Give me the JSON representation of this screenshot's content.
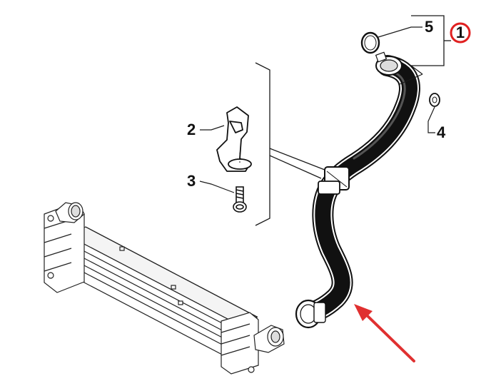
{
  "diagram": {
    "callouts": [
      {
        "id": "callout-1",
        "label": "1"
      },
      {
        "id": "callout-2",
        "label": "2"
      },
      {
        "id": "callout-3",
        "label": "3"
      },
      {
        "id": "callout-4",
        "label": "4"
      },
      {
        "id": "callout-5",
        "label": "5"
      }
    ],
    "colors": {
      "line": "#1a1a1a",
      "hose": "#111111",
      "highlight_circle": "#e02020",
      "arrow": "#e03030"
    },
    "icons": [
      "o-ring",
      "hose",
      "bracket",
      "bolt",
      "nut",
      "intercooler",
      "red-arrow"
    ]
  }
}
